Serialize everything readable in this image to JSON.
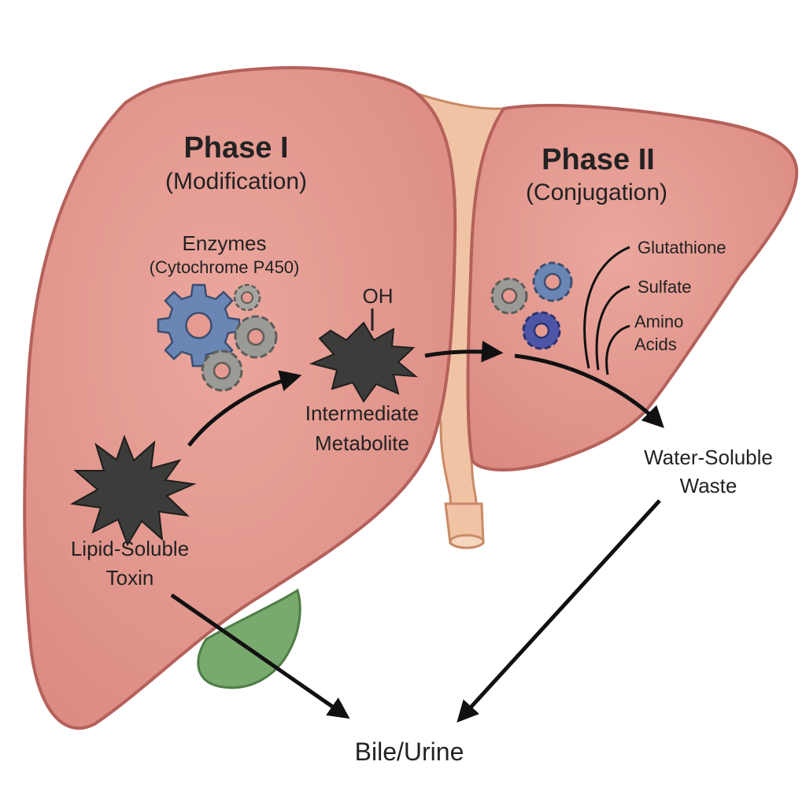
{
  "phase1": {
    "title": "Phase I",
    "subtitle": "(Modification)",
    "enzymes_label": "Enzymes",
    "enzymes_detail": "(Cytochrome P450)"
  },
  "phase2": {
    "title": "Phase II",
    "subtitle": "(Conjugation)",
    "conjugates": [
      "Glutathione",
      "Sulfate",
      "Amino",
      "Acids"
    ]
  },
  "molecules": {
    "toxin_line1": "Lipid-Soluble",
    "toxin_line2": "Toxin",
    "intermediate_line1": "Intermediate",
    "intermediate_line2": "Metabolite",
    "hydroxyl": "OH",
    "waste_line1": "Water-Soluble",
    "waste_line2": "Waste"
  },
  "excretion": {
    "label": "Bile/Urine"
  },
  "colors": {
    "liver": "#e59b92",
    "liver_outline": "#b5615b",
    "ligament": "#f0c3a5",
    "gallbladder": "#78a96d",
    "molecule": "#3c3c3a",
    "gear_blue": "#6a86b4",
    "gear_gray": "#9a9a96",
    "gear_indigo": "#4d56a6"
  }
}
